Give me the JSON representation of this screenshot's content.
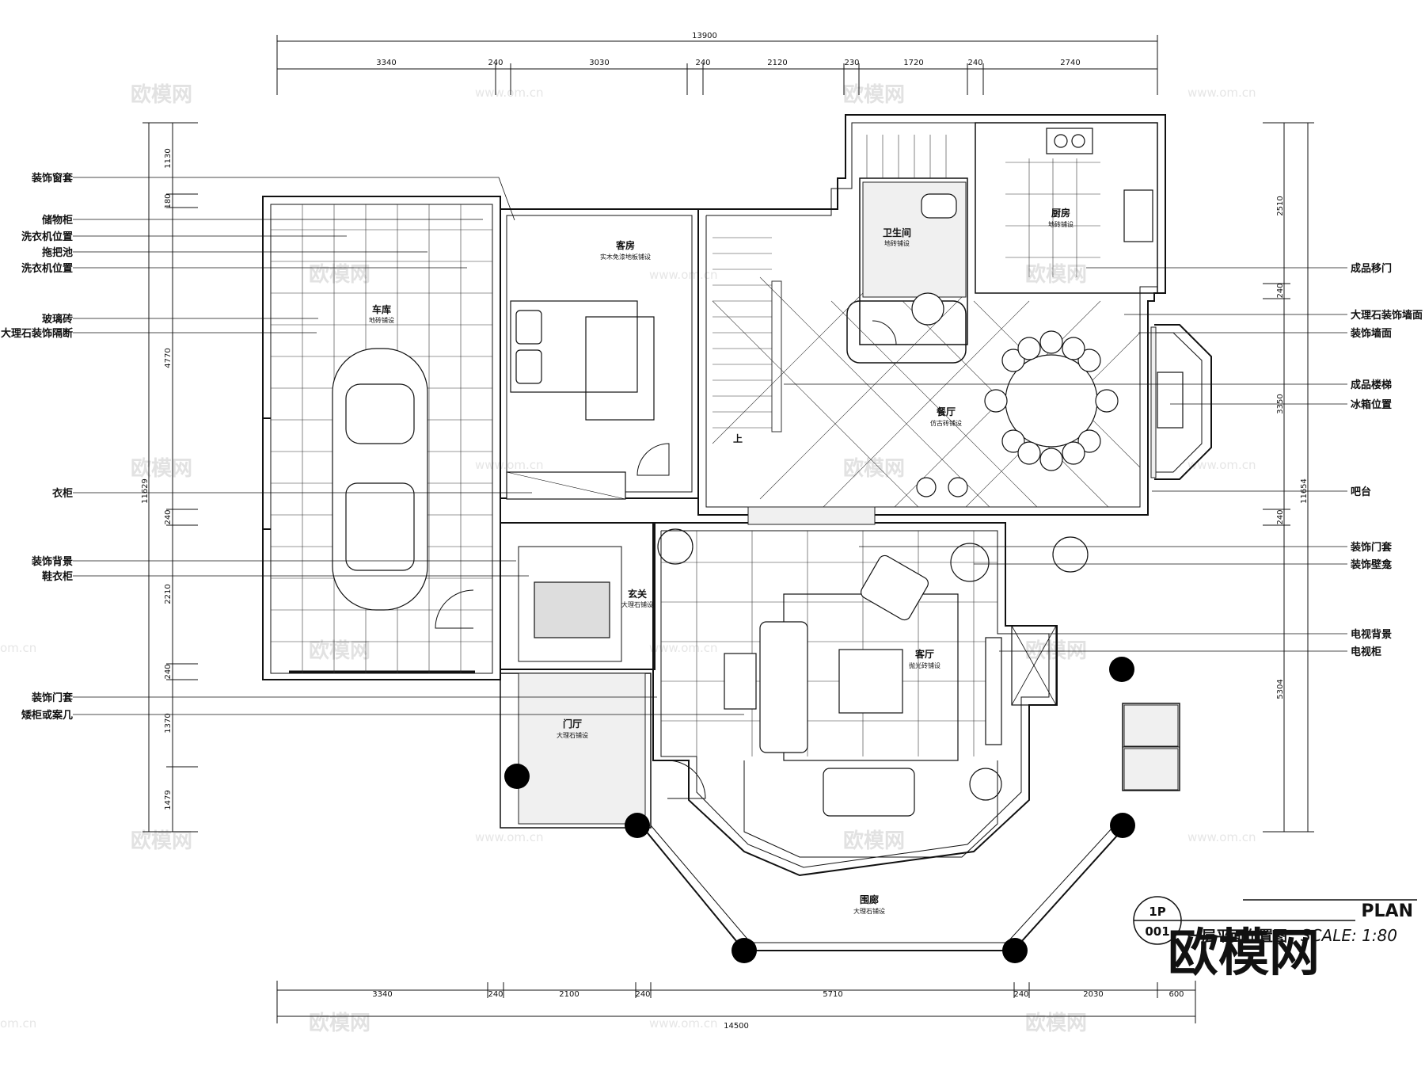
{
  "dims_top": {
    "overall": "13900",
    "segments": [
      "3340",
      "240",
      "3030",
      "240",
      "2120",
      "230",
      "1720",
      "240",
      "2740"
    ]
  },
  "dims_bottom": {
    "overall": "14500",
    "segments": [
      "3340",
      "240",
      "2100",
      "240",
      "5710",
      "240",
      "2030",
      "600"
    ]
  },
  "dims_left": {
    "overall": "11629",
    "segments": [
      "1130",
      "180",
      "4770",
      "240",
      "2210",
      "240",
      "1370",
      "1479"
    ]
  },
  "dims_right": {
    "overall": "11654",
    "segments": [
      "2510",
      "240",
      "3350",
      "240",
      "5304"
    ]
  },
  "left_callouts": [
    "装饰窗套",
    "储物柜",
    "洗衣机位置",
    "拖把池",
    "洗衣机位置",
    "玻璃砖",
    "大理石装饰隔断",
    "衣柜",
    "装饰背景",
    "鞋衣柜",
    "装饰门套",
    "矮柜或案几"
  ],
  "right_callouts": [
    "成品移门",
    "大理石装饰墙面",
    "装饰墙面",
    "成品楼梯",
    "冰箱位置",
    "吧台",
    "装饰门套",
    "装饰壁龛",
    "电视背景",
    "电视柜"
  ],
  "rooms": {
    "garage": {
      "name": "车库",
      "note": "地砖铺设"
    },
    "guest": {
      "name": "客房",
      "note": "实木免漆地板铺设"
    },
    "bath": {
      "name": "卫生间",
      "note": "地砖铺设"
    },
    "kitchen": {
      "name": "厨房",
      "note": "地砖铺设"
    },
    "dining": {
      "name": "餐厅",
      "note": "仿古砖铺设"
    },
    "foyer": {
      "name": "玄关",
      "note": "大理石铺设"
    },
    "living": {
      "name": "客厅",
      "note": "抛光砖铺设"
    },
    "entry": {
      "name": "门厅",
      "note": "大理石铺设"
    },
    "veranda": {
      "name": "围廊",
      "note": "大理石铺设"
    }
  },
  "stair_up": "上",
  "title_block": {
    "code_top": "1P",
    "code_bottom": "001",
    "title": "一层平面布置图",
    "plan": "PLAN",
    "scale": "SCALE: 1:80"
  },
  "watermark": {
    "brand": "欧模网",
    "url": "www.om.cn",
    "url_short": "om.cn"
  }
}
